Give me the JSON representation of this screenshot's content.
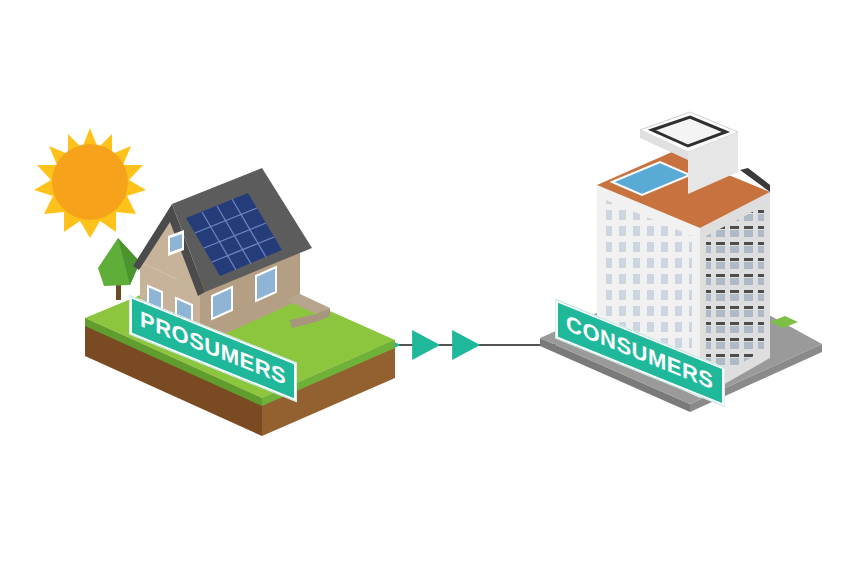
{
  "diagram": {
    "nodes": [
      {
        "text": [
          "PROSUMERS"
        ]
      },
      {
        "text": [
          "CONSUMERS"
        ]
      }
    ],
    "edges": [
      {
        "from": 0,
        "to": 1,
        "arrow": "to"
      }
    ]
  }
}
